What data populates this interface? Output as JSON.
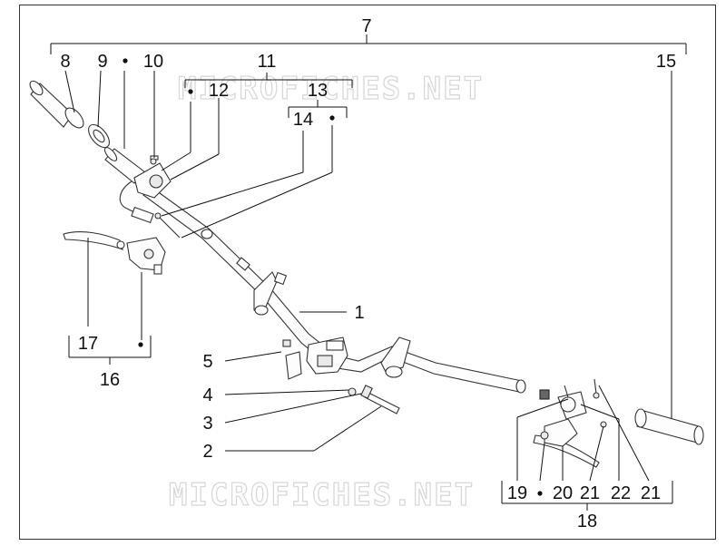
{
  "watermark_text": "MICROFICHES.NET",
  "labels": {
    "p1": "1",
    "p2": "2",
    "p3": "3",
    "p4": "4",
    "p5": "5",
    "p7": "7",
    "p8": "8",
    "p9": "9",
    "p10": "10",
    "p11": "11",
    "p12": "12",
    "p13": "13",
    "p14": "14",
    "p15": "15",
    "p16": "16",
    "p17": "17",
    "p18": "18",
    "p19": "19",
    "p20": "20",
    "p21a": "21",
    "p22": "22",
    "p21b": "21"
  },
  "bullet_glyph": "•"
}
